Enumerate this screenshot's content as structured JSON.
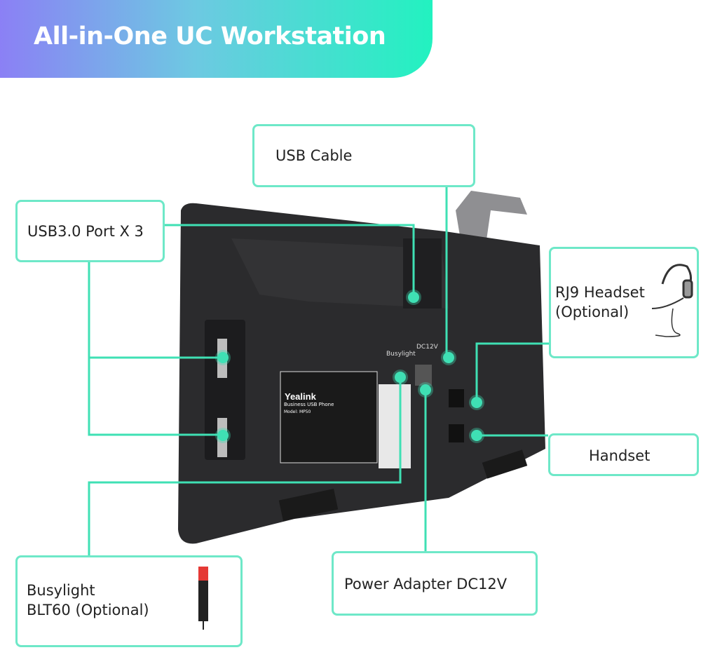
{
  "banner": {
    "title": "All-in-One UC Workstation"
  },
  "callouts": {
    "usb_cable": "USB Cable",
    "usb_ports": "USB3.0 Port X 3",
    "headset_line1": "RJ9 Headset",
    "headset_line2": "(Optional)",
    "handset": "Handset",
    "busylight_line1": "Busylight",
    "busylight_line2": "BLT60 (Optional)",
    "power": "Power Adapter DC12V"
  },
  "device": {
    "brand": "Yealink",
    "product": "Business USB Phone",
    "model": "Model: MP50",
    "port_busylight": "Busylight",
    "port_dc": "DC12V"
  },
  "colors": {
    "accent": "#3fe0b4",
    "device": "#2b2b2d"
  }
}
